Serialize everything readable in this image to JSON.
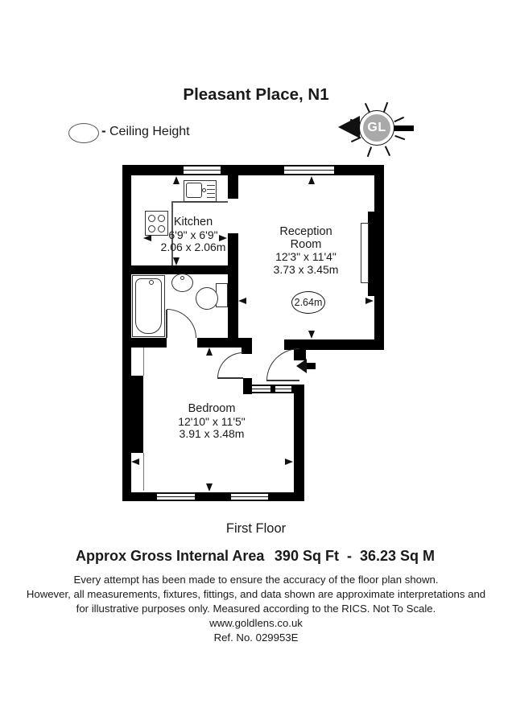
{
  "title": "Pleasant Place, N1",
  "legend": {
    "dash": "-",
    "label": "Ceiling Height"
  },
  "compass": {
    "label": "GL"
  },
  "rooms": {
    "kitchen": {
      "name": "Kitchen",
      "imperial": "6'9\" x 6'9\"",
      "metric": "2.06 x 2.06m"
    },
    "reception": {
      "name": "Reception Room",
      "imperial": "12'3\" x 11'4\"",
      "metric": "3.73 x 3.45m",
      "ceiling_height": "2.64m"
    },
    "bedroom": {
      "name": "Bedroom",
      "imperial": "12'10\" x 11'5\"",
      "metric": "3.91 x 3.48m"
    }
  },
  "footer": {
    "floor_label": "First Floor",
    "area_label": "Approx Gross Internal Area",
    "area_value": "390 Sq Ft  -  36.23 Sq M",
    "disclaimer": [
      "Every attempt has been made to ensure the accuracy of the floor plan shown.",
      "However, all measurements, fixtures, fittings, and data shown are approximate interpretations and",
      "for illustrative purposes only. Measured according to the RICS. Not To Scale."
    ],
    "website": "www.goldlens.co.uk",
    "ref": "Ref. No. 029953E"
  },
  "colors": {
    "wall": "#000000",
    "compass_fill": "#a9a9a9",
    "text": "#1a1a1a"
  }
}
